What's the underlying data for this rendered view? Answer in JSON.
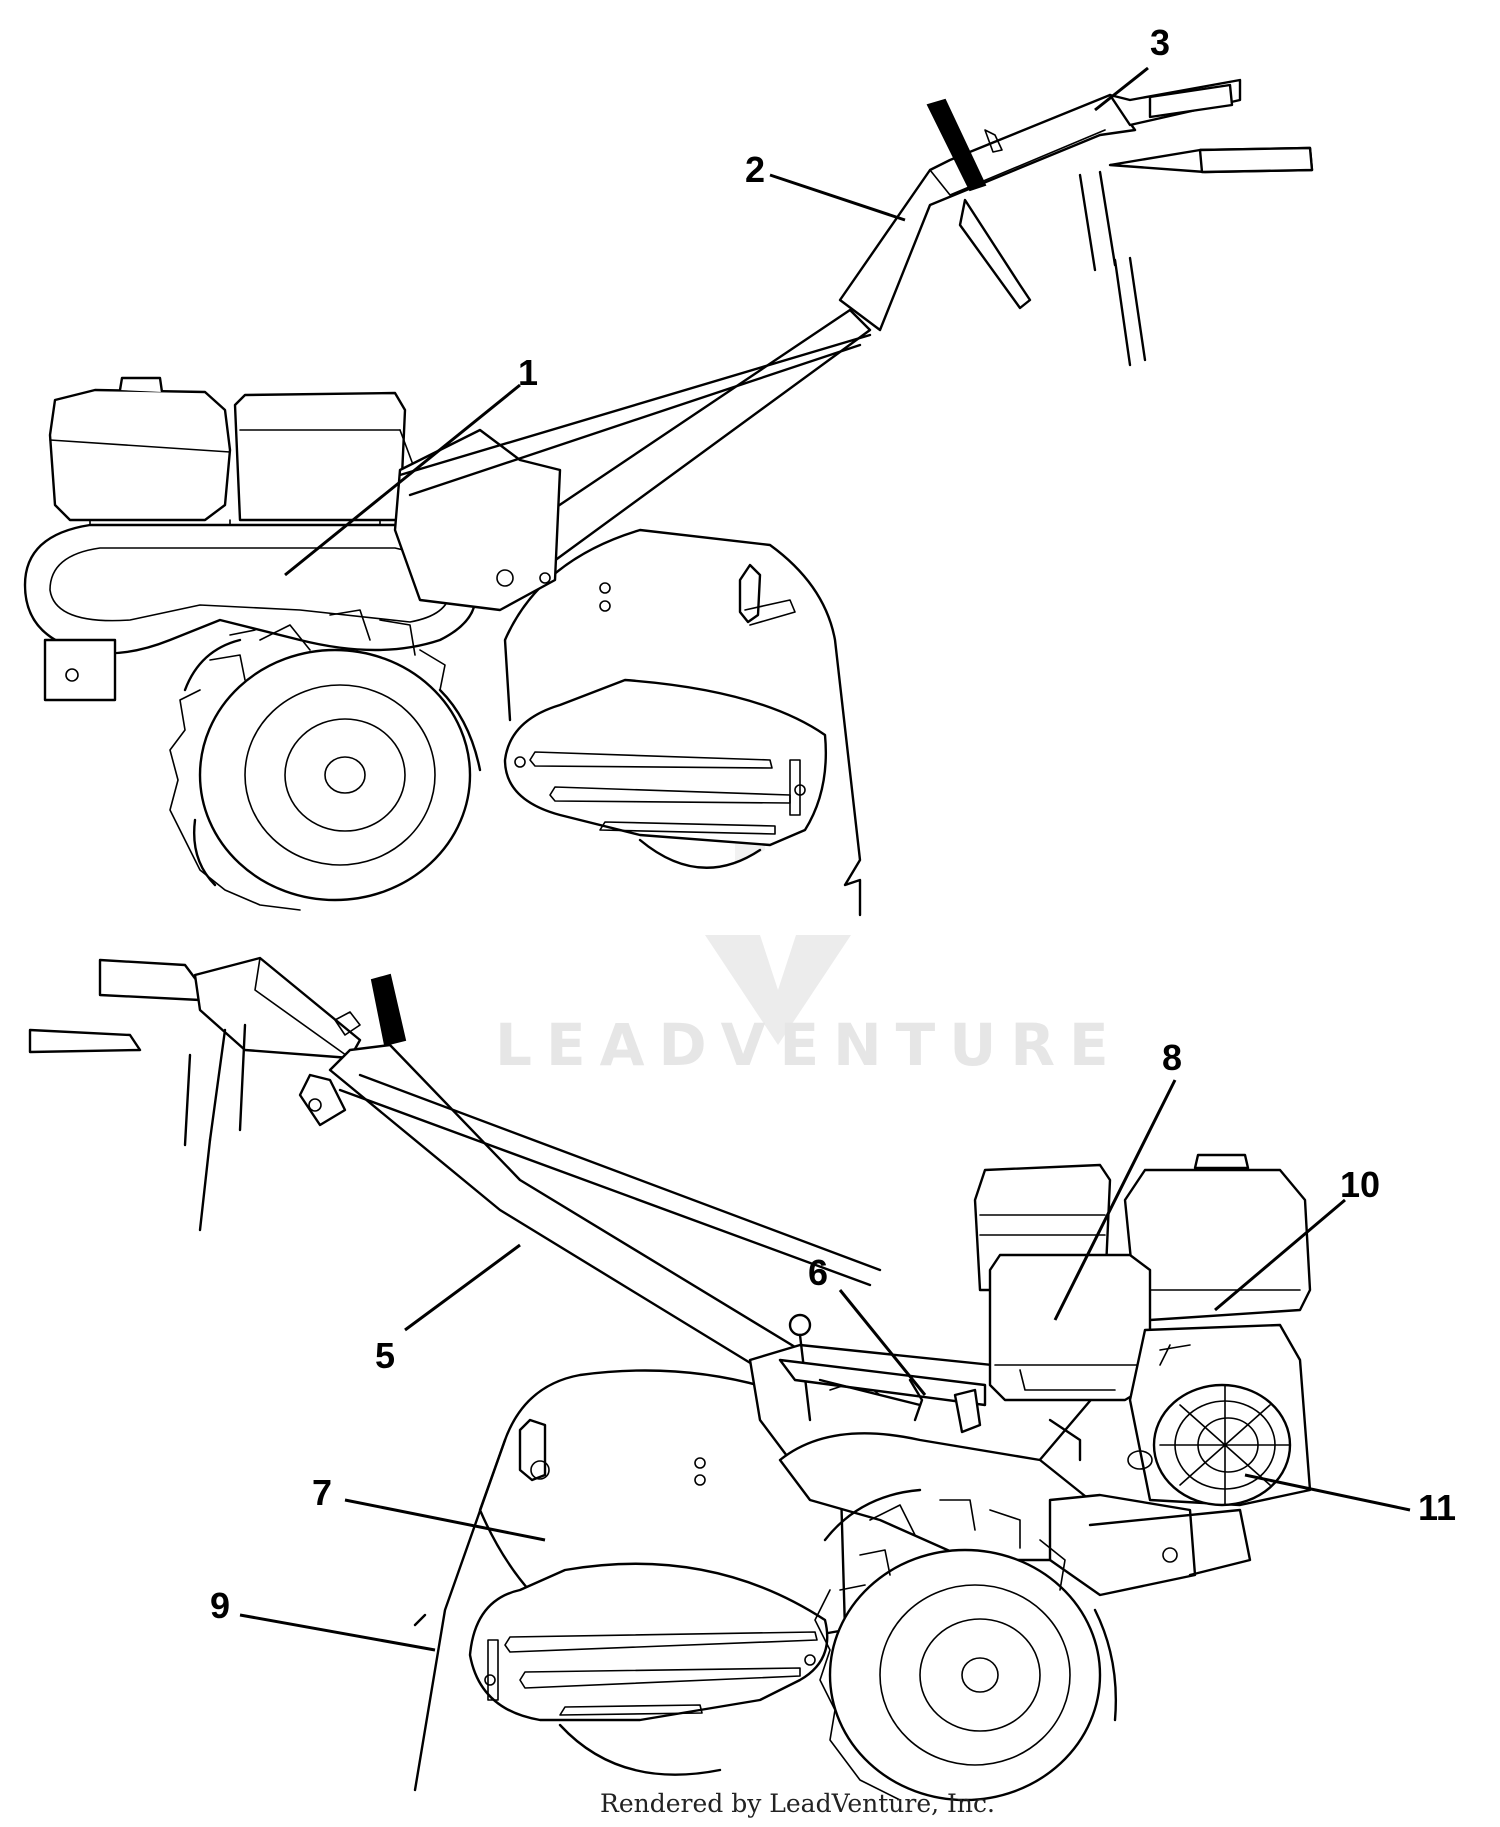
{
  "diagram": {
    "callouts": [
      {
        "id": "1",
        "label": "1"
      },
      {
        "id": "2",
        "label": "2"
      },
      {
        "id": "3",
        "label": "3"
      },
      {
        "id": "5",
        "label": "5"
      },
      {
        "id": "6",
        "label": "6"
      },
      {
        "id": "7",
        "label": "7"
      },
      {
        "id": "8",
        "label": "8"
      },
      {
        "id": "9",
        "label": "9"
      },
      {
        "id": "10",
        "label": "10"
      },
      {
        "id": "11",
        "label": "11"
      }
    ],
    "watermark": "LEADVENTURE",
    "footer": "Rendered by LeadVenture, Inc."
  }
}
